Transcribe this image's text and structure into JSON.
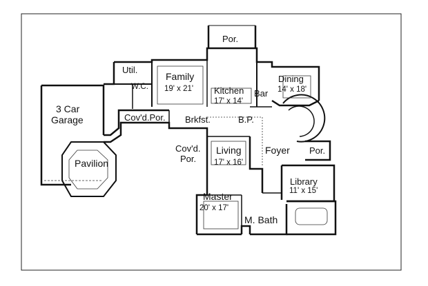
{
  "rooms": {
    "porch_top": {
      "label": "Por."
    },
    "util": {
      "label": "Util."
    },
    "wc": {
      "label": "W.C."
    },
    "family": {
      "label": "Family",
      "size": "19' x 21'"
    },
    "kitchen": {
      "label": "Kitchen",
      "size": "17' x 14'"
    },
    "bar": {
      "label": "Bar"
    },
    "dining": {
      "label": "Dining",
      "size": "14' x 18'"
    },
    "garage": {
      "label_line1": "3 Car",
      "label_line2": "Garage"
    },
    "covd_porch_left": {
      "label": "Cov'd.Por."
    },
    "brkfst": {
      "label": "Brkfst."
    },
    "bp": {
      "label": "B.P."
    },
    "covd_porch_mid": {
      "label_line1": "Cov'd.",
      "label_line2": "Por."
    },
    "living": {
      "label": "Living",
      "size": "17' x 16'"
    },
    "foyer": {
      "label": "Foyer"
    },
    "porch_right": {
      "label": "Por."
    },
    "pavilion": {
      "label": "Pavilion"
    },
    "library": {
      "label": "Library",
      "size": "11' x 15'"
    },
    "master": {
      "label": "Master",
      "size": "20' x 17'"
    },
    "master_bath": {
      "label": "M. Bath"
    }
  }
}
